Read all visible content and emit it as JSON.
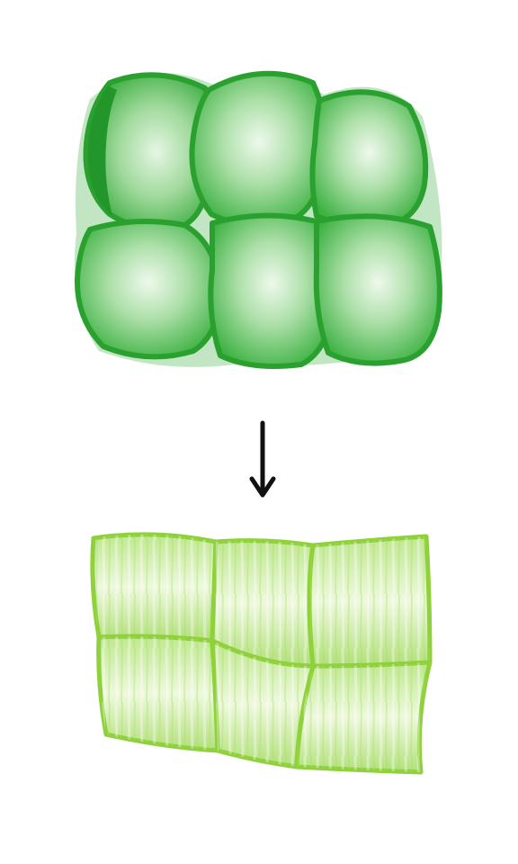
{
  "colors": {
    "background": "#ffffff",
    "turgid_outline": "#2aa12f",
    "turgid_fill": "#5cc35b",
    "turgid_highlight": "#e6f7e3",
    "plasmolysed_outline": "#8fd13a",
    "plasmolysed_fill": "#b9e58a",
    "plasmolysed_highlight": "#f1fbe4",
    "arrow": "#111111"
  },
  "groups": [
    {
      "id": "turgid-cells",
      "cell_count": 6,
      "rows": 2,
      "columns": 3,
      "shape": "rounded"
    },
    {
      "id": "flaccid-cells",
      "cell_count": 6,
      "rows": 2,
      "columns": 3,
      "shape": "angular"
    }
  ],
  "arrow": {
    "direction": "down",
    "icon": "arrow-down-icon"
  }
}
